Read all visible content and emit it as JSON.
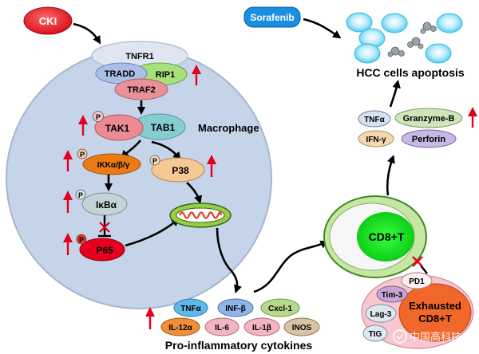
{
  "labels": {
    "cki": "CKI",
    "tnfr1": "TNFR1",
    "tradd": "TRADD",
    "rip1": "RIP1",
    "traf2": "TRAF2",
    "tak1": "TAK1",
    "tab1": "TAB1",
    "macrophage": "Macrophage",
    "ikk": "IKKα/β/γ",
    "p38": "P38",
    "ikba": "IκBα",
    "p65": "P65",
    "phospho": "P",
    "sorafenib": "Sorafenib",
    "hcc_apoptosis": "HCC cells apoptosis",
    "tnfa_effector": "TNFα",
    "granzyme": "Granzyme-B",
    "ifng": "IFN-γ",
    "perforin": "Perforin",
    "cd8": "CD8+T",
    "exhausted_line1": "Exhausted",
    "exhausted_line2": "CD8+T",
    "pd1": "PD1",
    "tim3": "Tim-3",
    "lag3": "Lag-3",
    "tigit": "TIG",
    "cytokines_title": "Pro-inflammatory cytokines",
    "cyt_tnfa": "TNFα",
    "cyt_infb": "INF-β",
    "cyt_cxcl1": "Cxcl-1",
    "cyt_il12a": "IL-12α",
    "cyt_il6": "IL-6",
    "cyt_il1b": "IL-1β",
    "cyt_inos": "INOS",
    "watermark": "中国高科技"
  },
  "colors": {
    "cki_red": "#e8202c",
    "up_arrow_red": "#e0001b",
    "macrophage_fill": "#c6d4ea",
    "membrane_fill": "#dfe6f2",
    "tradd_blue": "#a9bfe6",
    "rip1_green": "#a8e07c",
    "traf2_rose": "#e89198",
    "tak1_rose": "#ec8993",
    "tab1_teal": "#86cdd0",
    "ikk_orange": "#e97b16",
    "p38_tan": "#f6c894",
    "ikba_grey": "#c4d4d6",
    "p65_red": "#e6001e",
    "sorafenib_blue": "#1a8ee0",
    "cd8_green": "#0ee81a",
    "exhausted_orange": "#f1672a",
    "hcc_cell_cyan": "#55d2f2"
  },
  "icons": {
    "up_arrow": "up-arrow-icon",
    "inhibit_mark": "red-x-icon",
    "mitochondrion": "mitochondrion-icon",
    "hcc_cell": "hcc-cell-icon",
    "apoptotic_cell": "apoptotic-cell-icon",
    "watermark_logo": "watermark-logo-icon"
  }
}
